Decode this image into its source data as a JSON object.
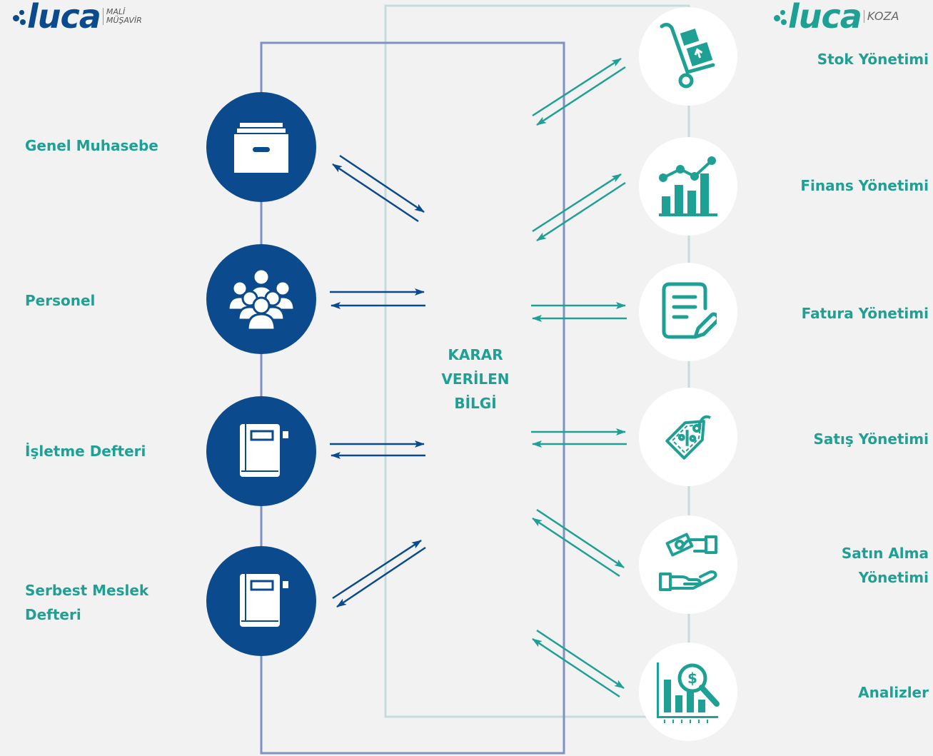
{
  "logos": {
    "left": {
      "word": "luca",
      "sub_line1": "MALİ",
      "sub_line2": "MÜŞAVİR"
    },
    "right": {
      "word": "luca",
      "sub": "KOZA"
    }
  },
  "colors": {
    "navy": "#0b4a8d",
    "teal": "#1fa094",
    "frame_left": "#8091c2",
    "frame_right": "#c5dcdf",
    "background": "#f2f2f2"
  },
  "center": {
    "line1": "KARAR",
    "line2": "VERİLEN",
    "line3": "BİLGİ"
  },
  "left_modules": [
    {
      "label": "Genel Muhasebe",
      "icon": "archive-box-icon"
    },
    {
      "label": "Personel",
      "icon": "people-group-icon"
    },
    {
      "label": "İşletme Defteri",
      "icon": "ledger-book-icon"
    },
    {
      "label_line1": "Serbest Meslek",
      "label_line2": "Defteri",
      "icon": "ledger-book-icon"
    }
  ],
  "right_modules": [
    {
      "label": "Stok Yönetimi",
      "icon": "hand-truck-icon"
    },
    {
      "label": "Finans Yönetimi",
      "icon": "growth-chart-icon"
    },
    {
      "label": "Fatura Yönetimi",
      "icon": "invoice-edit-icon"
    },
    {
      "label": "Satış Yönetimi",
      "icon": "discount-tag-icon"
    },
    {
      "label_line1": "Satın Alma",
      "label_line2": "Yönetimi",
      "icon": "payment-hands-icon"
    },
    {
      "label": "Analizler",
      "icon": "analytics-search-icon"
    }
  ]
}
